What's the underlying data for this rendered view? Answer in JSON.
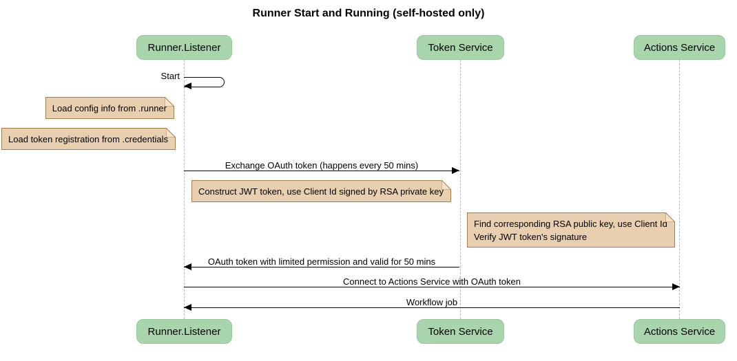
{
  "title": "Runner Start and Running (self-hosted only)",
  "colors": {
    "participant_fill": "#a8d5ab",
    "participant_border": "#95c89a",
    "note_fill": "#e8cfb0",
    "note_border": "#a57d4c",
    "note_fold_fill": "#f2e3c9",
    "lifeline": "#b9b9b9",
    "arrow": "#000000"
  },
  "participants": [
    {
      "name": "Runner.Listener"
    },
    {
      "name": "Token Service"
    },
    {
      "name": "Actions Service"
    }
  ],
  "messages": [
    {
      "label": "Start",
      "from": "Runner.Listener",
      "to": "Runner.Listener",
      "kind": "self"
    },
    {
      "label": "Exchange OAuth token (happens every 50 mins)",
      "from": "Runner.Listener",
      "to": "Token Service",
      "kind": "solid-arrow"
    },
    {
      "label": "OAuth token with limited permission and valid for 50 mins",
      "from": "Token Service",
      "to": "Runner.Listener",
      "kind": "solid-arrow"
    },
    {
      "label": "Connect to Actions Service with OAuth token",
      "from": "Runner.Listener",
      "to": "Actions Service",
      "kind": "solid-arrow"
    },
    {
      "label": "Workflow job",
      "from": "Actions Service",
      "to": "Runner.Listener",
      "kind": "solid-arrow"
    }
  ],
  "notes": [
    {
      "lines": [
        "Load config info from .runner"
      ]
    },
    {
      "lines": [
        "Load token registration from .credentials"
      ]
    },
    {
      "lines": [
        "Construct JWT token, use Client Id signed by RSA private key"
      ]
    },
    {
      "lines": [
        "Find corresponding RSA public key, use Client Id",
        "Verify JWT token's signature"
      ]
    }
  ]
}
